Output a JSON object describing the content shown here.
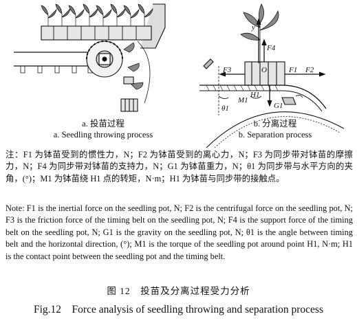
{
  "figure": {
    "panel_a": {
      "caption_zh": "a. 投苗过程",
      "caption_en": "a. Seedling throwing process"
    },
    "panel_b": {
      "caption_zh": "b. 分离过程",
      "caption_en": "b. Separation process",
      "labels": {
        "y": "y",
        "F4": "F4",
        "F3": "F3",
        "O": "O",
        "F1": "F1",
        "F2": "F2",
        "M1": "M1",
        "H1": "H1",
        "G1": "G1",
        "theta1": "θ1"
      }
    }
  },
  "note_zh": "注：F1 为钵苗受到的惯性力，N；F2 为钵苗受到的离心力，N；F3 为同步带对钵苗的摩擦力，N；F4 为同步带对钵苗的支持力，N；G1 为钵苗重力，N；θ1 为同步带与水平方向的夹角，(°)；M1 为钵苗绕 H1 点的转矩，N·m；H1 为钵苗与同步带的接触点。",
  "note_en": "Note: F1 is the inertial force on the seedling pot, N; F2 is the centrifugal force on the seedling pot, N; F3 is the friction force of the timing belt on the seedling pot, N; F4 is the support force of the timing belt on the seedling pot, N; G1 is the gravity on the seedling pot, N; θ1 is the angle between timing belt and the horizontal direction, (°); M1 is the torque of the seedling pot around point H1, N·m; H1 is the contact point between the seedling pot and the timing belt.",
  "figure_title_zh": "图 12　投苗及分离过程受力分析",
  "figure_title_en": "Fig.12　Force analysis of seedling throwing and separation process"
}
